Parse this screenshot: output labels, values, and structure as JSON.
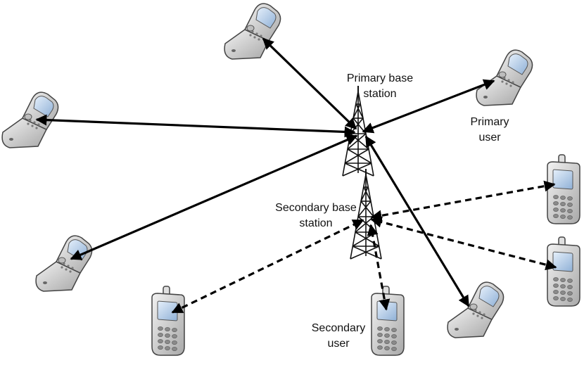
{
  "labels": {
    "primary_base_station": [
      "Primary base",
      "station"
    ],
    "primary_user": [
      "Primary",
      "user"
    ],
    "secondary_base_station": [
      "Secondary base",
      "station"
    ],
    "secondary_user": [
      "Secondary",
      "user"
    ]
  },
  "links": {
    "primary": "solid",
    "secondary": "dashed"
  },
  "colors": {
    "line": "#000000",
    "device_body": "#d9d9d9",
    "screen": "#bcd3ee",
    "tower": "#111111"
  }
}
